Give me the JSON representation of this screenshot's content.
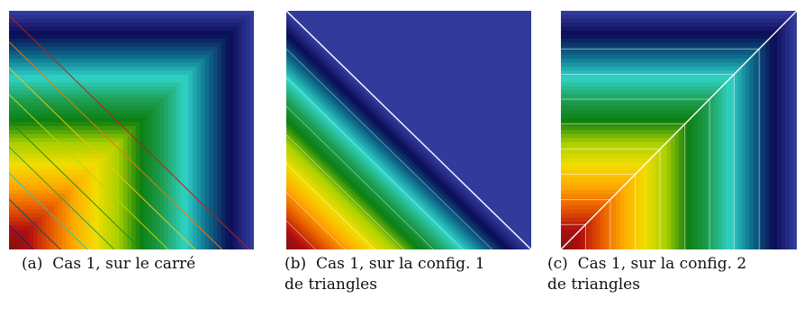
{
  "figures": [
    {
      "label": "(a)",
      "caption_lines": [
        "Cas 1, sur le carré"
      ],
      "type": "square"
    },
    {
      "label": "(b)",
      "caption_lines": [
        "Cas 1, sur la config. 1",
        "de triangles"
      ],
      "type": "config1"
    },
    {
      "label": "(c)",
      "caption_lines": [
        "Cas 1, sur la config. 2",
        "de triangles"
      ],
      "type": "config2"
    }
  ],
  "colors": {
    "colormap": [
      "#323a9c",
      "#0b0b55",
      "#0d6b8b",
      "#2fd4c7",
      "#1e9f55",
      "#0c7f10",
      "#a8d000",
      "#f1dd00",
      "#ffaa00",
      "#e85a00",
      "#b10f0f",
      "#7a1010"
    ],
    "mesh_line": "#ffffff",
    "background": "#ffffff"
  }
}
